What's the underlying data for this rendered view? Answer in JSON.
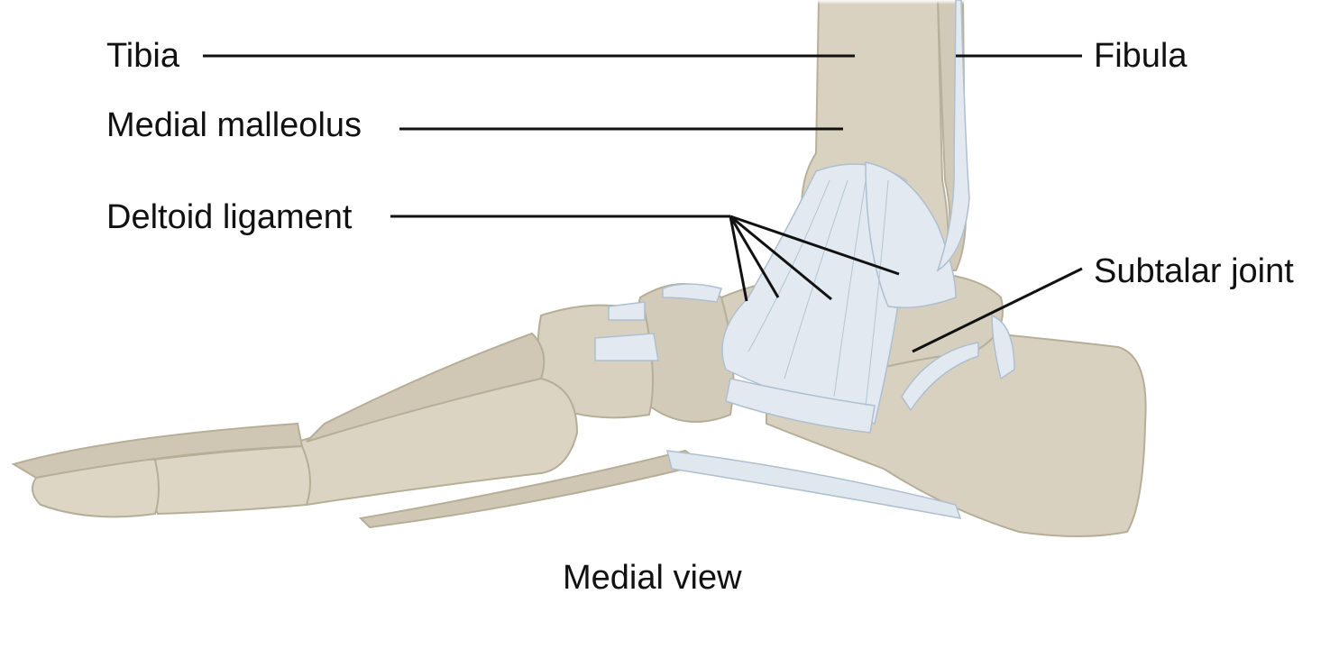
{
  "labels": {
    "tibia": "Tibia",
    "fibula": "Fibula",
    "medial_malleolus": "Medial malleolus",
    "deltoid_ligament": "Deltoid ligament",
    "subtalar_joint": "Subtalar joint"
  },
  "caption": "Medial view",
  "colors": {
    "bone": "#d8d1c0",
    "bone_shadow": "#bdb4a0",
    "ligament": "#dfe7ef",
    "ligament_line": "#aebfcf",
    "leader": "#111111"
  }
}
